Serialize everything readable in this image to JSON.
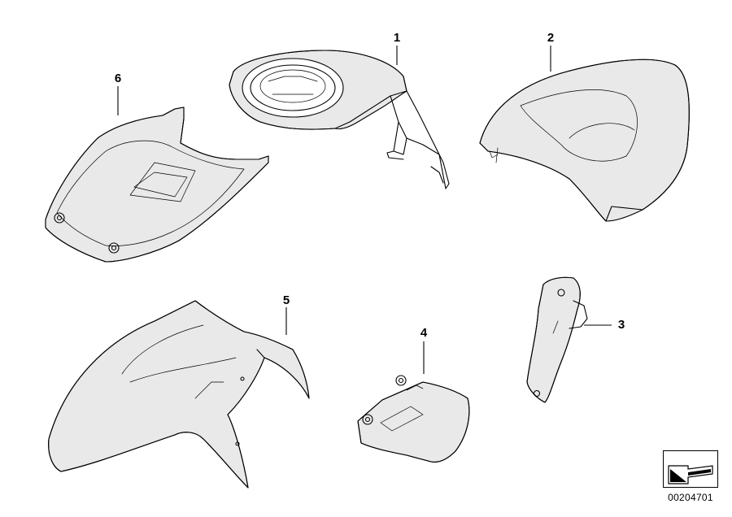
{
  "callouts": {
    "part_1": "1",
    "part_2": "2",
    "part_3": "3",
    "part_4": "4",
    "part_5": "5",
    "part_6": "6"
  },
  "parts": {
    "part_1_icon": "tank-cover-icon",
    "part_2_icon": "seat-cowl-icon",
    "part_3_icon": "bracket-icon",
    "part_4_icon": "cover-cap-icon",
    "part_5_icon": "front-mudguard-icon",
    "part_6_icon": "rear-cover-icon"
  },
  "logo": {
    "icon": "arrow-logo-icon"
  },
  "diagram_id": "00204701"
}
